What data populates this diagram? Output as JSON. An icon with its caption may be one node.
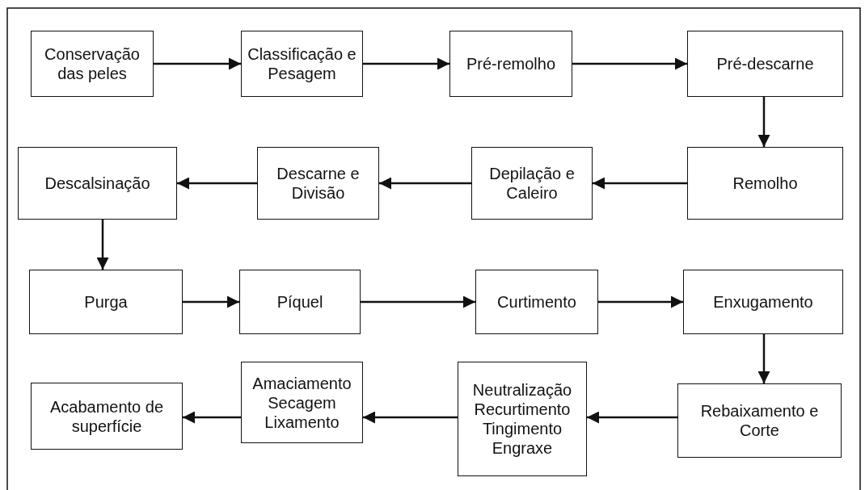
{
  "diagram": {
    "nodes": [
      {
        "text": [
          "Conservação das peles"
        ]
      },
      {
        "text": [
          "Classificação e Pesagem"
        ]
      },
      {
        "text": [
          "Pré-remolho"
        ]
      },
      {
        "text": [
          "Pré-descarne"
        ]
      },
      {
        "text": [
          "Descalsinação"
        ]
      },
      {
        "text": [
          "Descarne e Divisão"
        ]
      },
      {
        "text": [
          "Depilação e Caleiro"
        ]
      },
      {
        "text": [
          "Remolho"
        ]
      },
      {
        "text": [
          "Purga"
        ]
      },
      {
        "text": [
          "Píquel"
        ]
      },
      {
        "text": [
          "Curtimento"
        ]
      },
      {
        "text": [
          "Enxugamento"
        ]
      },
      {
        "text": [
          "Acabamento de superfície"
        ]
      },
      {
        "text": [
          "Amaciamento Secagem Lixamento"
        ]
      },
      {
        "text": [
          "Neutralização Recurtimento Tingimento Engraxe"
        ]
      },
      {
        "text": [
          "Rebaixamento e Corte"
        ]
      }
    ],
    "edges": [
      {
        "from": 0,
        "to": 1,
        "arrow": "to"
      },
      {
        "from": 1,
        "to": 2,
        "arrow": "to"
      },
      {
        "from": 2,
        "to": 3,
        "arrow": "to"
      },
      {
        "from": 3,
        "to": 7,
        "arrow": "to"
      },
      {
        "from": 7,
        "to": 6,
        "arrow": "to"
      },
      {
        "from": 6,
        "to": 5,
        "arrow": "to"
      },
      {
        "from": 5,
        "to": 4,
        "arrow": "to"
      },
      {
        "from": 4,
        "to": 8,
        "arrow": "to"
      },
      {
        "from": 8,
        "to": 9,
        "arrow": "to"
      },
      {
        "from": 9,
        "to": 10,
        "arrow": "to"
      },
      {
        "from": 10,
        "to": 11,
        "arrow": "to"
      },
      {
        "from": 11,
        "to": 15,
        "arrow": "to"
      },
      {
        "from": 15,
        "to": 14,
        "arrow": "to"
      },
      {
        "from": 14,
        "to": 13,
        "arrow": "to"
      },
      {
        "from": 13,
        "to": 12,
        "arrow": "to"
      }
    ]
  }
}
